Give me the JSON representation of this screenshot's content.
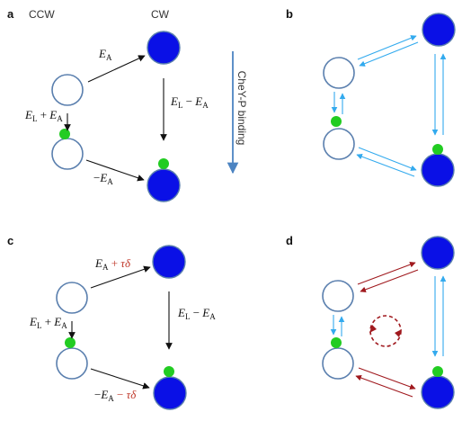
{
  "colors": {
    "open_outline": "#5a7fae",
    "cw_fill": "#0a10e6",
    "chey_green": "#22cc22",
    "blue_arrow": "#33aaee",
    "red_arrow": "#a0191e",
    "black_arrow": "#111111",
    "binding_arrow": "#4c84c2",
    "tau_term_color": "#d62020"
  },
  "headers": {
    "ccw": "CCW",
    "cw": "CW"
  },
  "panels": {
    "a": "a",
    "b": "b",
    "c": "c",
    "d": "d"
  },
  "side_label": "CheY-P binding",
  "labels": {
    "E": "E",
    "sub_A": "A",
    "sub_L": "L",
    "plus": " + ",
    "minus": " − ",
    "neg": "−",
    "tau_delta": "τδ"
  }
}
